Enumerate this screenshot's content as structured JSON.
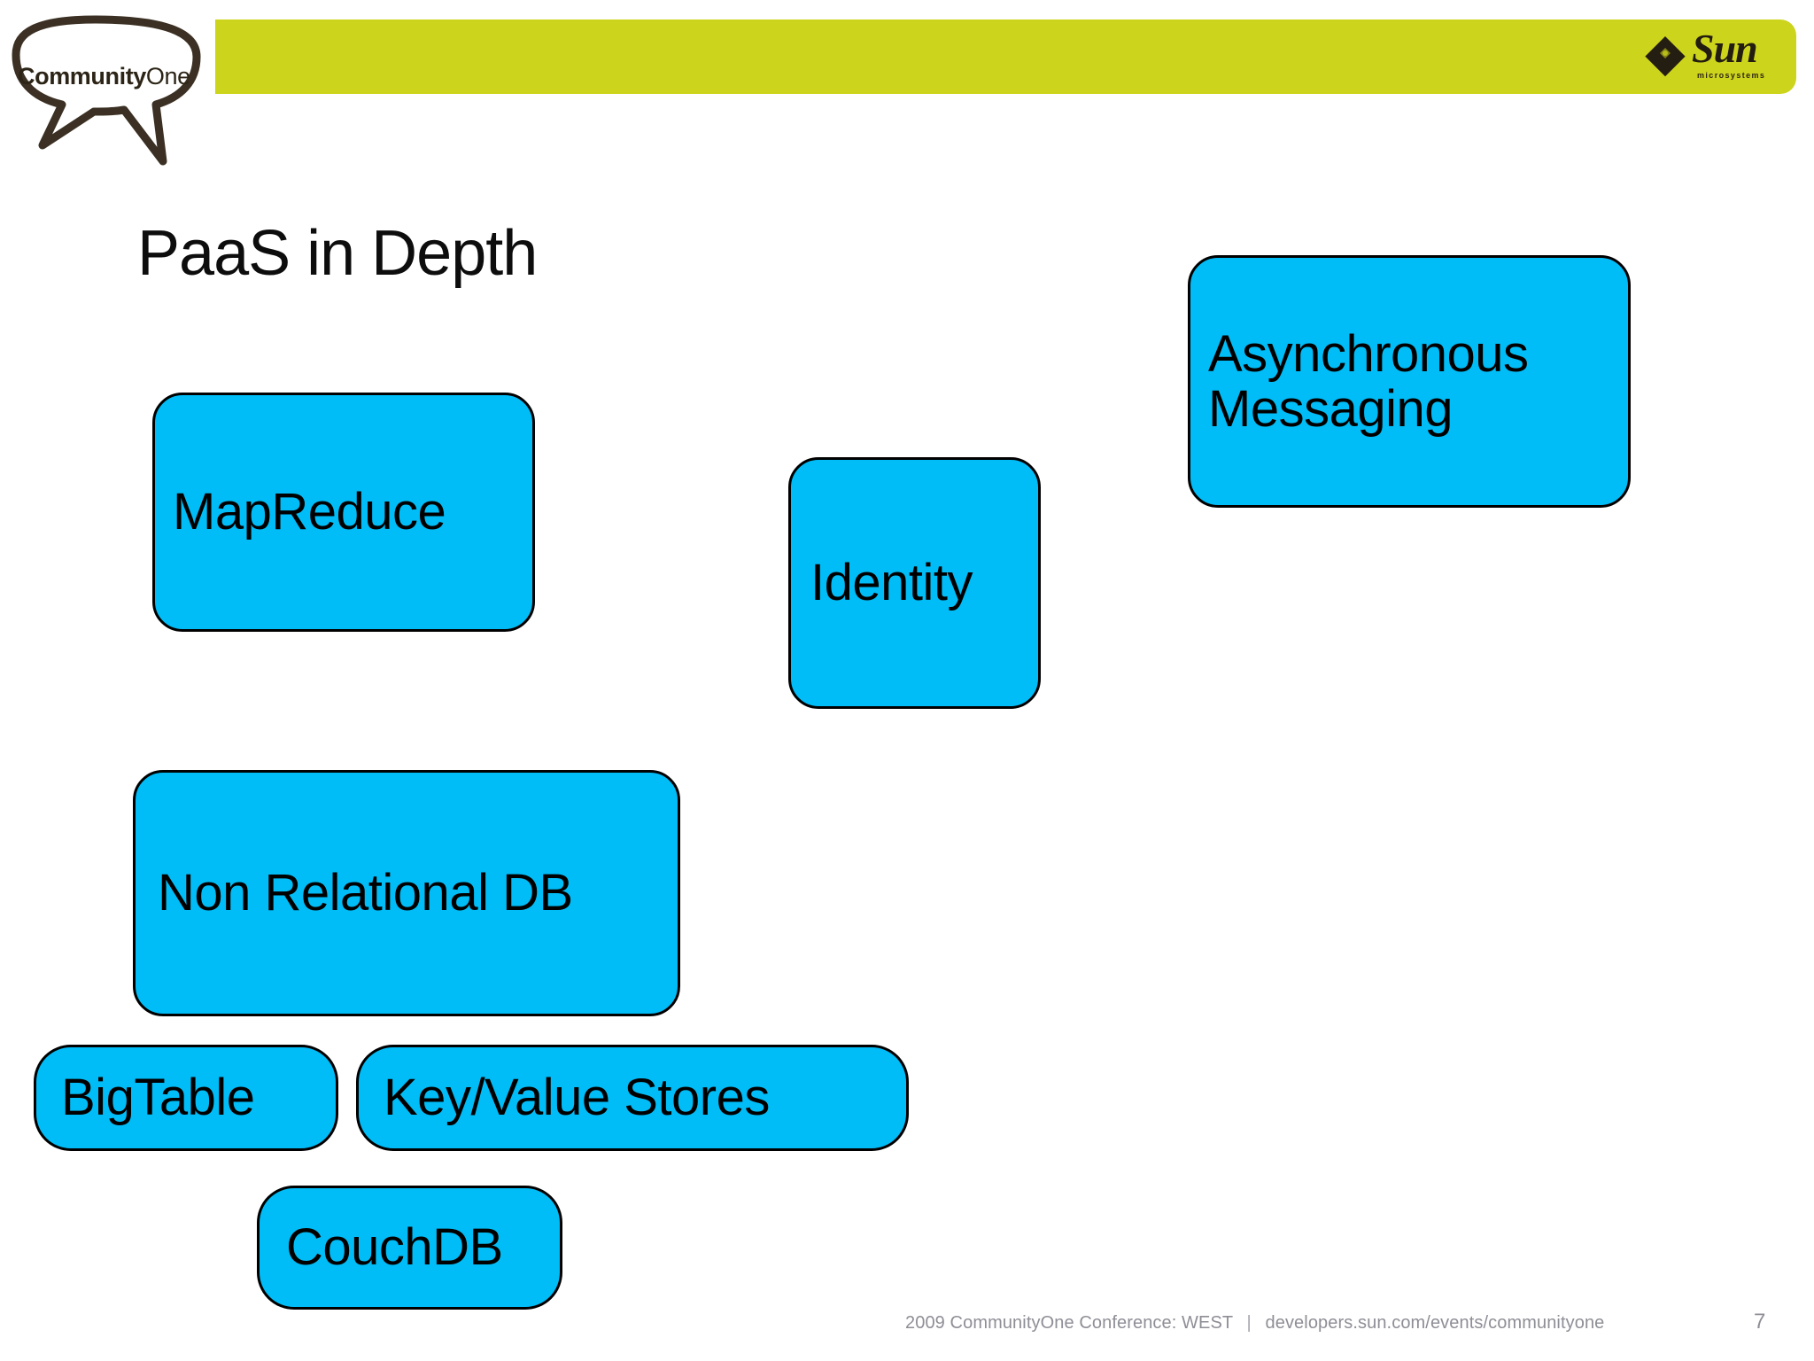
{
  "slide": {
    "title": "PaaS in Depth",
    "page_number": "7",
    "background_color": "#ffffff"
  },
  "branding": {
    "banner_color": "#cdd41c",
    "community_logo": {
      "name": "CommunityOne",
      "part_bold": "Community",
      "part_light": "One",
      "shape": "speech-bubble"
    },
    "sun_logo": {
      "wordmark": "Sun",
      "tagline": "microsystems",
      "mark": "diamond"
    }
  },
  "diagram": {
    "accent_color": "#00bdf7",
    "border_color": "#000000",
    "boxes": [
      {
        "id": "mapreduce",
        "label": "MapReduce"
      },
      {
        "id": "identity",
        "label": "Identity"
      },
      {
        "id": "async",
        "label": "Asynchronous\nMessaging"
      },
      {
        "id": "nonrelational",
        "label": "Non Relational DB"
      },
      {
        "id": "bigtable",
        "label": "BigTable"
      },
      {
        "id": "keyvalue",
        "label": "Key/Value Stores"
      },
      {
        "id": "couchdb",
        "label": "CouchDB"
      }
    ]
  },
  "footer": {
    "conference": "2009 CommunityOne Conference: WEST",
    "separator": "|",
    "url": "developers.sun.com/events/communityone"
  }
}
